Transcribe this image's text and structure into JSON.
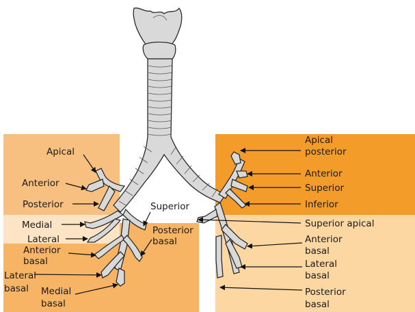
{
  "colors": {
    "background": "#ffffff",
    "right_upper_zone": "#f7c080",
    "right_middle_zone": "#fde4c4",
    "right_lower_zone": "#f6b464",
    "left_upper_zone": "#f39c2a",
    "left_lower_zone": "#fcd7a2",
    "airway_fill": "#d9d9d9",
    "airway_stroke": "#2a2a2a"
  },
  "labels": {
    "right": {
      "apical": "Apical",
      "anterior": "Anterior",
      "posterior": "Posterior",
      "medial": "Medial",
      "lateral": "Lateral",
      "anterior_basal": [
        "Anterior",
        "basal"
      ],
      "lateral_basal": [
        "Lateral",
        "basal"
      ],
      "medial_basal": [
        "Medial",
        "basal"
      ],
      "superior": "Superior",
      "posterior_basal": [
        "Posterior",
        "basal"
      ]
    },
    "left": {
      "apical_posterior": [
        "Apical",
        "posterior"
      ],
      "anterior": "Anterior",
      "superior": "Superior",
      "inferior": "Inferior",
      "superior_apical": "Superior apical",
      "anterior_basal": [
        "Anterior",
        "basal"
      ],
      "lateral_basal": [
        "Lateral",
        "basal"
      ],
      "posterior_basal": [
        "Posterior",
        "basal"
      ]
    }
  },
  "icons": {
    "airway": "bronchial-tree-icon"
  }
}
